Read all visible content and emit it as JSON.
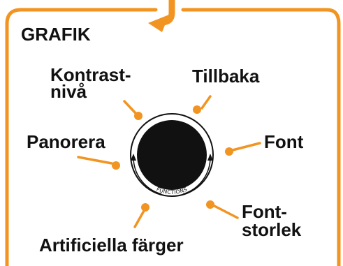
{
  "colors": {
    "accent": "#f29421",
    "knob": "#111111",
    "text": "#111111",
    "background": "#ffffff"
  },
  "section": {
    "title": "GRAFIK"
  },
  "knob": {
    "label": "FUNCTIONS"
  },
  "labels": {
    "contrast_line1": "Kontrast-",
    "contrast_line2": "nivå",
    "back": "Tillbaka",
    "pan": "Panorera",
    "font": "Font",
    "font_size_line1": "Font-",
    "font_size_line2": "storlek",
    "artificial_colors": "Artificiella färger"
  },
  "icons": [
    "down-arrow-icon",
    "knob-icon",
    "rotate-left-arrow-icon",
    "rotate-right-arrow-icon"
  ]
}
